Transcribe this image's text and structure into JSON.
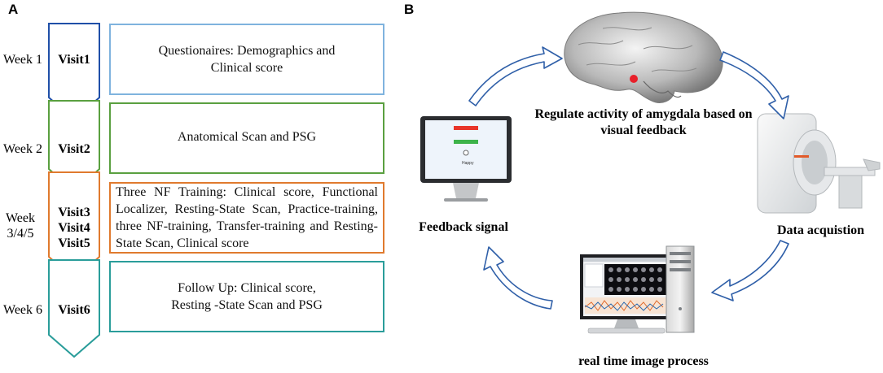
{
  "panels": {
    "a": "A",
    "b": "B"
  },
  "timeline": [
    {
      "week": "Week 1",
      "visits": [
        "Visit1"
      ],
      "description": "Questionaires: Demographics and Clinical score",
      "color": "#1f4fa8",
      "box_color": "#7fb3de"
    },
    {
      "week": "Week 2",
      "visits": [
        "Visit2"
      ],
      "description": "Anatomical Scan and PSG",
      "color": "#5aa040",
      "box_color": "#5aa040"
    },
    {
      "week": "Week 3/4/5",
      "visits": [
        "Visit3",
        "Visit4",
        "Visit5"
      ],
      "description": "Three NF Training: Clinical score, Functional Localizer, Resting-State Scan, Practice-training, three NF-training, Transfer-training and Resting-State Scan, Clinical score",
      "color": "#e07a2e",
      "box_color": "#e07a2e"
    },
    {
      "week": "Week 6",
      "visits": [
        "Visit6"
      ],
      "description": "Follow Up: Clinical score, Resting -State Scan and PSG",
      "color": "#2a9d9a",
      "box_color": "#2a9d9a"
    }
  ],
  "loop": {
    "regulate": "Regulate activity of amygdala based on visual feedback",
    "acquisition": "Data acquistion",
    "process": "real time image process",
    "feedback": "Feedback signal",
    "screen_word": "Happy"
  },
  "colors": {
    "arrow": "#2f5fa8",
    "bar_red": "#e8352a",
    "bar_green": "#3db34a",
    "screen_bg": "#eef4fb"
  }
}
